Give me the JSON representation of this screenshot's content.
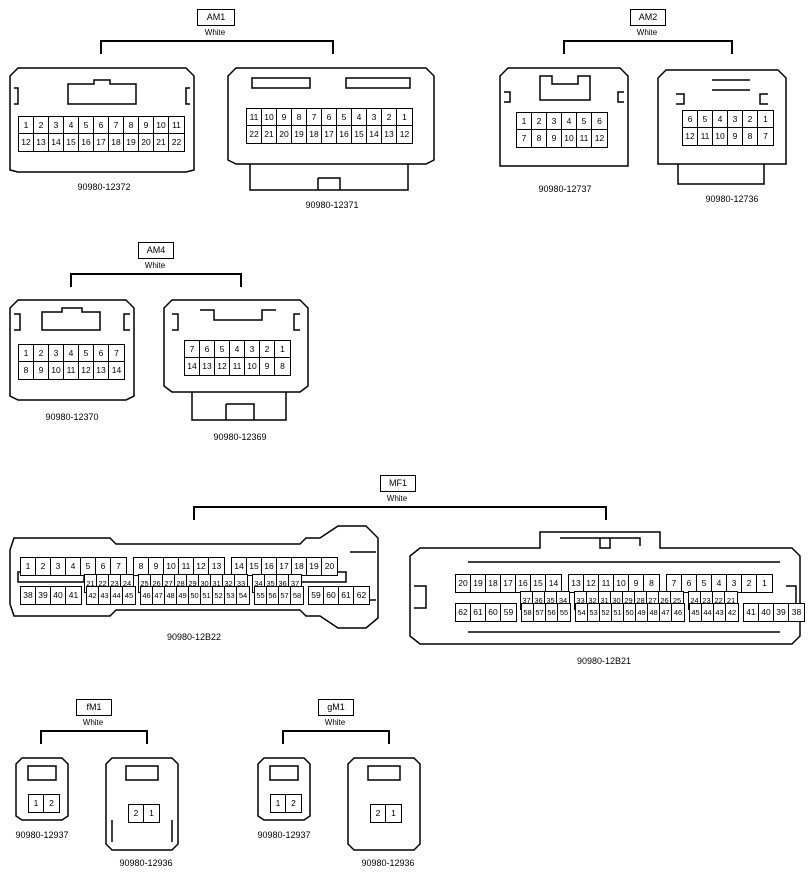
{
  "groups": {
    "am1": {
      "tag": "AM1",
      "color": "White"
    },
    "am2": {
      "tag": "AM2",
      "color": "White"
    },
    "am4": {
      "tag": "AM4",
      "color": "White"
    },
    "mf1": {
      "tag": "MF1",
      "color": "White"
    },
    "fm1": {
      "tag": "fM1",
      "color": "White"
    },
    "gm1": {
      "tag": "gM1",
      "color": "White"
    }
  },
  "parts": {
    "p12372": "90980-12372",
    "p12371": "90980-12371",
    "p12737": "90980-12737",
    "p12736": "90980-12736",
    "p12370": "90980-12370",
    "p12369": "90980-12369",
    "p12B22": "90980-12B22",
    "p12B21": "90980-12B21",
    "p12937a": "90980-12937",
    "p12936a": "90980-12936",
    "p12937b": "90980-12937",
    "p12936b": "90980-12936"
  },
  "connectors": {
    "c12372": [
      [
        "1",
        "2",
        "3",
        "4",
        "5",
        "6",
        "7",
        "8",
        "9",
        "10",
        "11"
      ],
      [
        "12",
        "13",
        "14",
        "15",
        "16",
        "17",
        "18",
        "19",
        "20",
        "21",
        "22"
      ]
    ],
    "c12371": [
      [
        "11",
        "10",
        "9",
        "8",
        "7",
        "6",
        "5",
        "4",
        "3",
        "2",
        "1"
      ],
      [
        "22",
        "21",
        "20",
        "19",
        "18",
        "17",
        "16",
        "15",
        "14",
        "13",
        "12"
      ]
    ],
    "c12737": [
      [
        "1",
        "2",
        "3",
        "4",
        "5",
        "6"
      ],
      [
        "7",
        "8",
        "9",
        "10",
        "11",
        "12"
      ]
    ],
    "c12736": [
      [
        "6",
        "5",
        "4",
        "3",
        "2",
        "1"
      ],
      [
        "12",
        "11",
        "10",
        "9",
        "8",
        "7"
      ]
    ],
    "c12370": [
      [
        "1",
        "2",
        "3",
        "4",
        "5",
        "6",
        "7"
      ],
      [
        "8",
        "9",
        "10",
        "11",
        "12",
        "13",
        "14"
      ]
    ],
    "c12369": [
      [
        "7",
        "6",
        "5",
        "4",
        "3",
        "2",
        "1"
      ],
      [
        "14",
        "13",
        "12",
        "11",
        "10",
        "9",
        "8"
      ]
    ],
    "b22_top": [
      [
        "1",
        "2",
        "3",
        "4",
        "5",
        "6",
        "7"
      ],
      [
        "8",
        "9",
        "10",
        "11",
        "12",
        "13"
      ],
      [
        "14",
        "15",
        "16",
        "17",
        "18",
        "19",
        "20"
      ]
    ],
    "b22_mid": [
      [
        "21",
        "22",
        "23",
        "24"
      ],
      [
        "25",
        "26",
        "27",
        "28",
        "29",
        "30",
        "31",
        "32",
        "33"
      ],
      [
        "34",
        "35",
        "36",
        "37"
      ]
    ],
    "b22_bot": [
      [
        "38",
        "39",
        "40",
        "41"
      ],
      [
        "42",
        "43",
        "44",
        "45"
      ],
      [
        "46",
        "47",
        "48",
        "49",
        "50",
        "51",
        "52",
        "53",
        "54"
      ],
      [
        "55",
        "56",
        "57",
        "58"
      ],
      [
        "59",
        "60",
        "61",
        "62"
      ]
    ],
    "b21_top": [
      [
        "20",
        "19",
        "18",
        "17",
        "16",
        "15",
        "14"
      ],
      [
        "13",
        "12",
        "11",
        "10",
        "9",
        "8"
      ],
      [
        "7",
        "6",
        "5",
        "4",
        "3",
        "2",
        "1"
      ]
    ],
    "b21_mid": [
      [
        "37",
        "36",
        "35",
        "34"
      ],
      [
        "33",
        "32",
        "31",
        "30",
        "29",
        "28",
        "27",
        "26",
        "25"
      ],
      [
        "24",
        "23",
        "22",
        "21"
      ]
    ],
    "b21_bot": [
      [
        "62",
        "61",
        "60",
        "59"
      ],
      [
        "58",
        "57",
        "56",
        "55"
      ],
      [
        "54",
        "53",
        "52",
        "51",
        "50",
        "49",
        "48",
        "47",
        "46"
      ],
      [
        "45",
        "44",
        "43",
        "42"
      ],
      [
        "41",
        "40",
        "39",
        "38"
      ]
    ],
    "fm1a": [
      [
        "1",
        "2"
      ]
    ],
    "fm1b": [
      [
        "2",
        "1"
      ]
    ],
    "gm1a": [
      [
        "1",
        "2"
      ]
    ],
    "gm1b": [
      [
        "2",
        "1"
      ]
    ]
  }
}
